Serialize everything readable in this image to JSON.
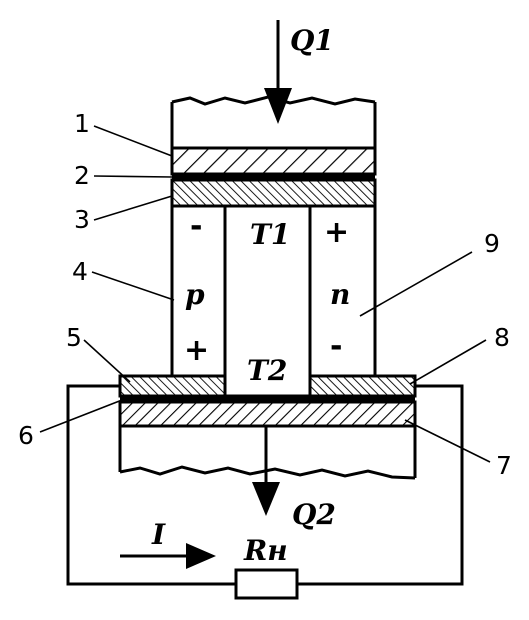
{
  "labels": {
    "heat_in": "Q1",
    "heat_out": "Q2",
    "t_hot": "T1",
    "t_cold": "T2",
    "p_type": "p",
    "n_type": "n",
    "current": "I",
    "load": "Rн",
    "p_top_sign": "-",
    "p_bottom_sign": "+",
    "n_top_sign": "+",
    "n_bottom_sign": "-"
  },
  "callouts": [
    "1",
    "2",
    "3",
    "4",
    "5",
    "6",
    "7",
    "8",
    "9"
  ]
}
